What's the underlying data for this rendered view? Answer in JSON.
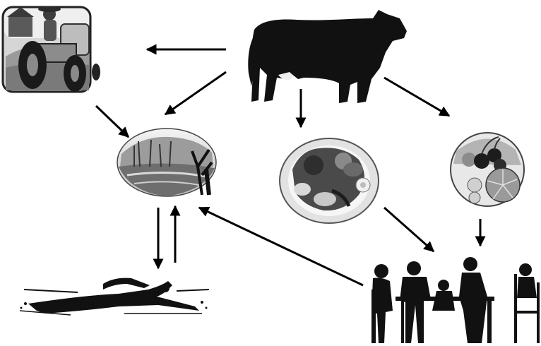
{
  "diagram": {
    "nodes": [
      {
        "id": "farmer",
        "icon": "farmer-tractor-icon"
      },
      {
        "id": "cow",
        "icon": "cow-icon"
      },
      {
        "id": "pond",
        "icon": "pond-landscape-icon"
      },
      {
        "id": "meal-plate",
        "icon": "meal-plate-icon"
      },
      {
        "id": "fruit-plate",
        "icon": "fruit-plate-icon"
      },
      {
        "id": "swimmer",
        "icon": "swimmer-icon"
      },
      {
        "id": "family-dinner",
        "icon": "family-dinner-icon"
      }
    ],
    "edges": [
      {
        "from": "cow",
        "to": "farmer"
      },
      {
        "from": "cow",
        "to": "pond"
      },
      {
        "from": "farmer",
        "to": "pond"
      },
      {
        "from": "cow",
        "to": "meal-plate"
      },
      {
        "from": "cow",
        "to": "fruit-plate"
      },
      {
        "from": "pond",
        "to": "swimmer"
      },
      {
        "from": "swimmer",
        "to": "pond"
      },
      {
        "from": "family-dinner",
        "to": "pond"
      },
      {
        "from": "meal-plate",
        "to": "family-dinner"
      },
      {
        "from": "fruit-plate",
        "to": "family-dinner"
      }
    ]
  }
}
